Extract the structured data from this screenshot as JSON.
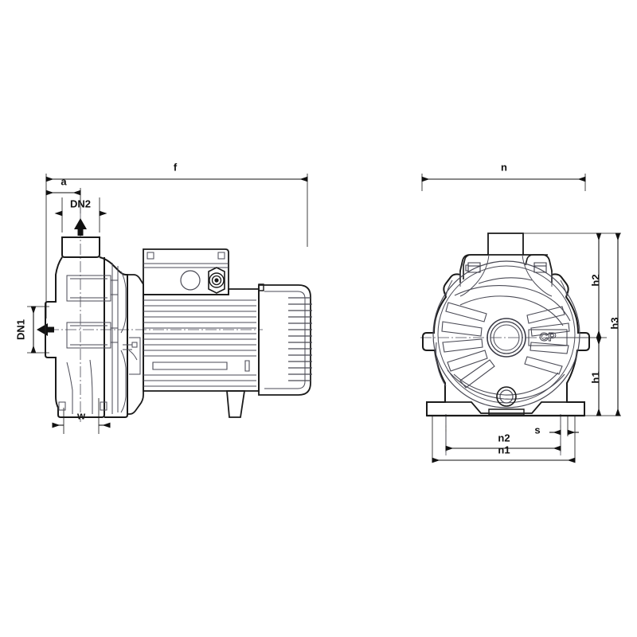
{
  "drawing": {
    "title": "Centrifugal pump dimensional drawing",
    "background_color": "#ffffff",
    "line_color": "#1a1a1a",
    "thin_line_color": "#4a4a55",
    "dimension_color": "#111111",
    "views": [
      {
        "name": "side-view",
        "label": ""
      },
      {
        "name": "front-view",
        "label": ""
      }
    ],
    "logo_text": "CP"
  },
  "dimensions": {
    "side_view": {
      "f": "f",
      "a": "a",
      "DN2": "DN2",
      "DN1": "DN1",
      "w": "w"
    },
    "front_view": {
      "n": "n",
      "n1": "n1",
      "n2": "n2",
      "s": "s",
      "h1": "h1",
      "h2": "h2",
      "h3": "h3"
    }
  },
  "labels": {
    "f": "f",
    "a": "a",
    "dn2": "DN2",
    "dn1": "DN1",
    "w": "w",
    "n": "n",
    "n1": "n1",
    "n2": "n2",
    "s": "s",
    "h1": "h1",
    "h2": "h2",
    "h3": "h3",
    "logo": "CP"
  }
}
